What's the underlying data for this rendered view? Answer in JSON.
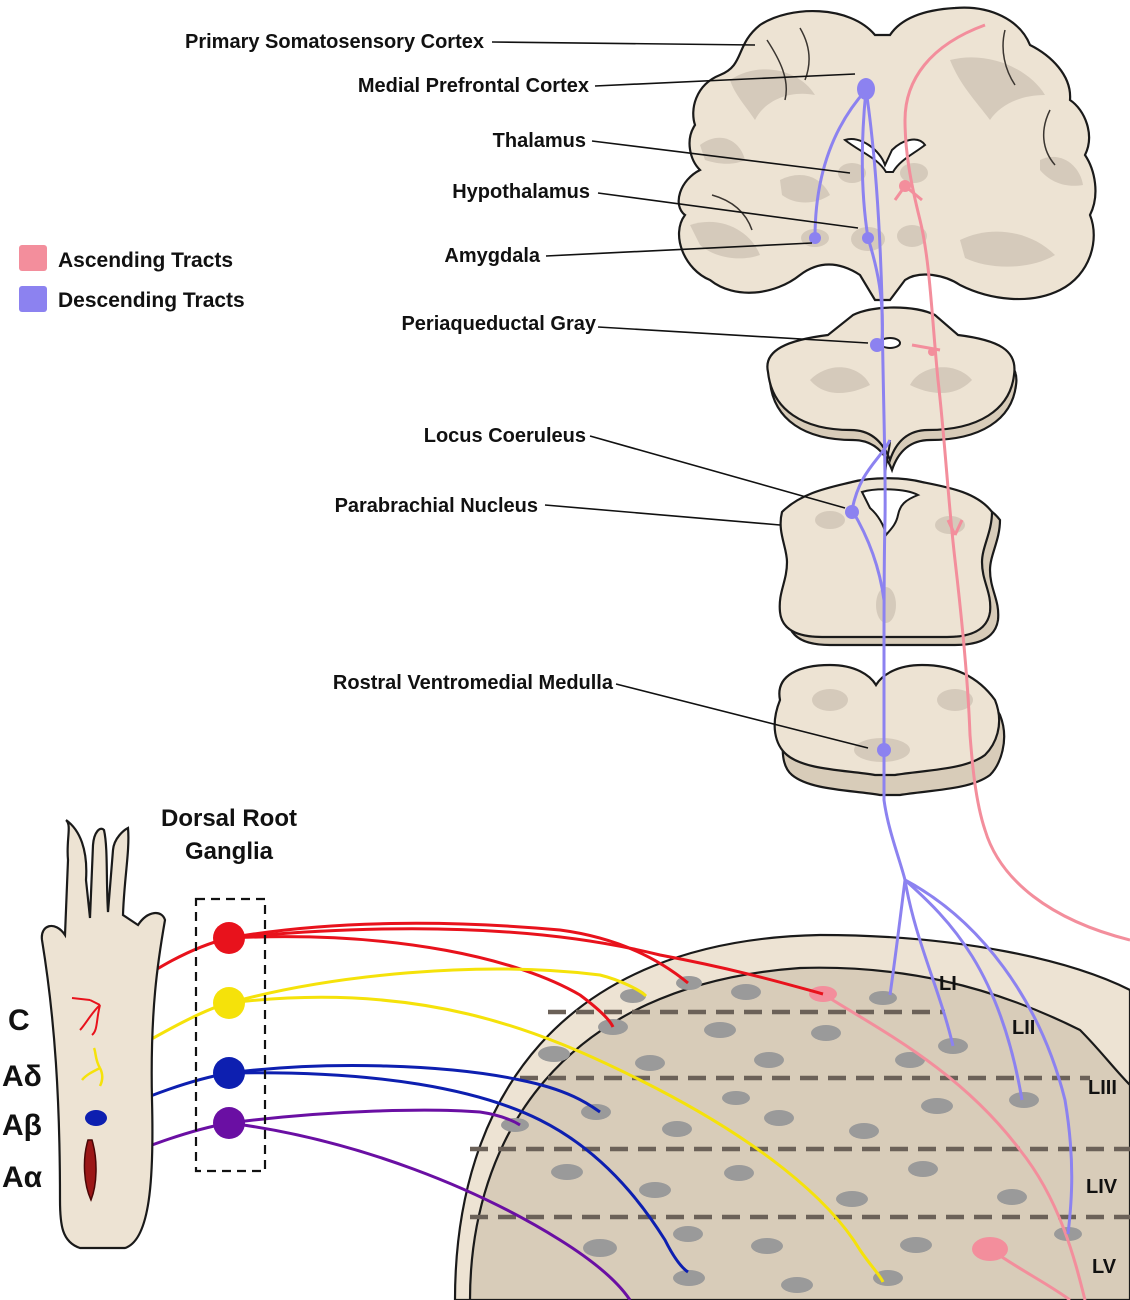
{
  "labels": {
    "primary_somatosensory_cortex": "Primary Somatosensory Cortex",
    "medial_prefrontal_cortex": "Medial Prefrontal Cortex",
    "thalamus": "Thalamus",
    "hypothalamus": "Hypothalamus",
    "amygdala": "Amygdala",
    "periaqueductal_gray": "Periaqueductal Gray",
    "locus_coeruleus": "Locus Coeruleus",
    "parabrachial_nucleus": "Parabrachial Nucleus",
    "rostral_ventromedial_medulla": "Rostral Ventromedial Medulla"
  },
  "legend": {
    "ascending": {
      "label": "Ascending Tracts",
      "color": "#f38e9c"
    },
    "descending": {
      "label": "Descending Tracts",
      "color": "#8c82f0"
    }
  },
  "dorsal_root_ganglia": {
    "line1": "Dorsal Root",
    "line2": "Ganglia"
  },
  "fibers": [
    {
      "label": "C",
      "color": "#e8121c"
    },
    {
      "label": "Aδ",
      "color": "#f5e20a"
    },
    {
      "label": "Aβ",
      "color": "#0d1fb0"
    },
    {
      "label": "Aα",
      "color": "#6a0fa3"
    }
  ],
  "laminae": [
    "LI",
    "LII",
    "LIII",
    "LIV",
    "LV"
  ]
}
